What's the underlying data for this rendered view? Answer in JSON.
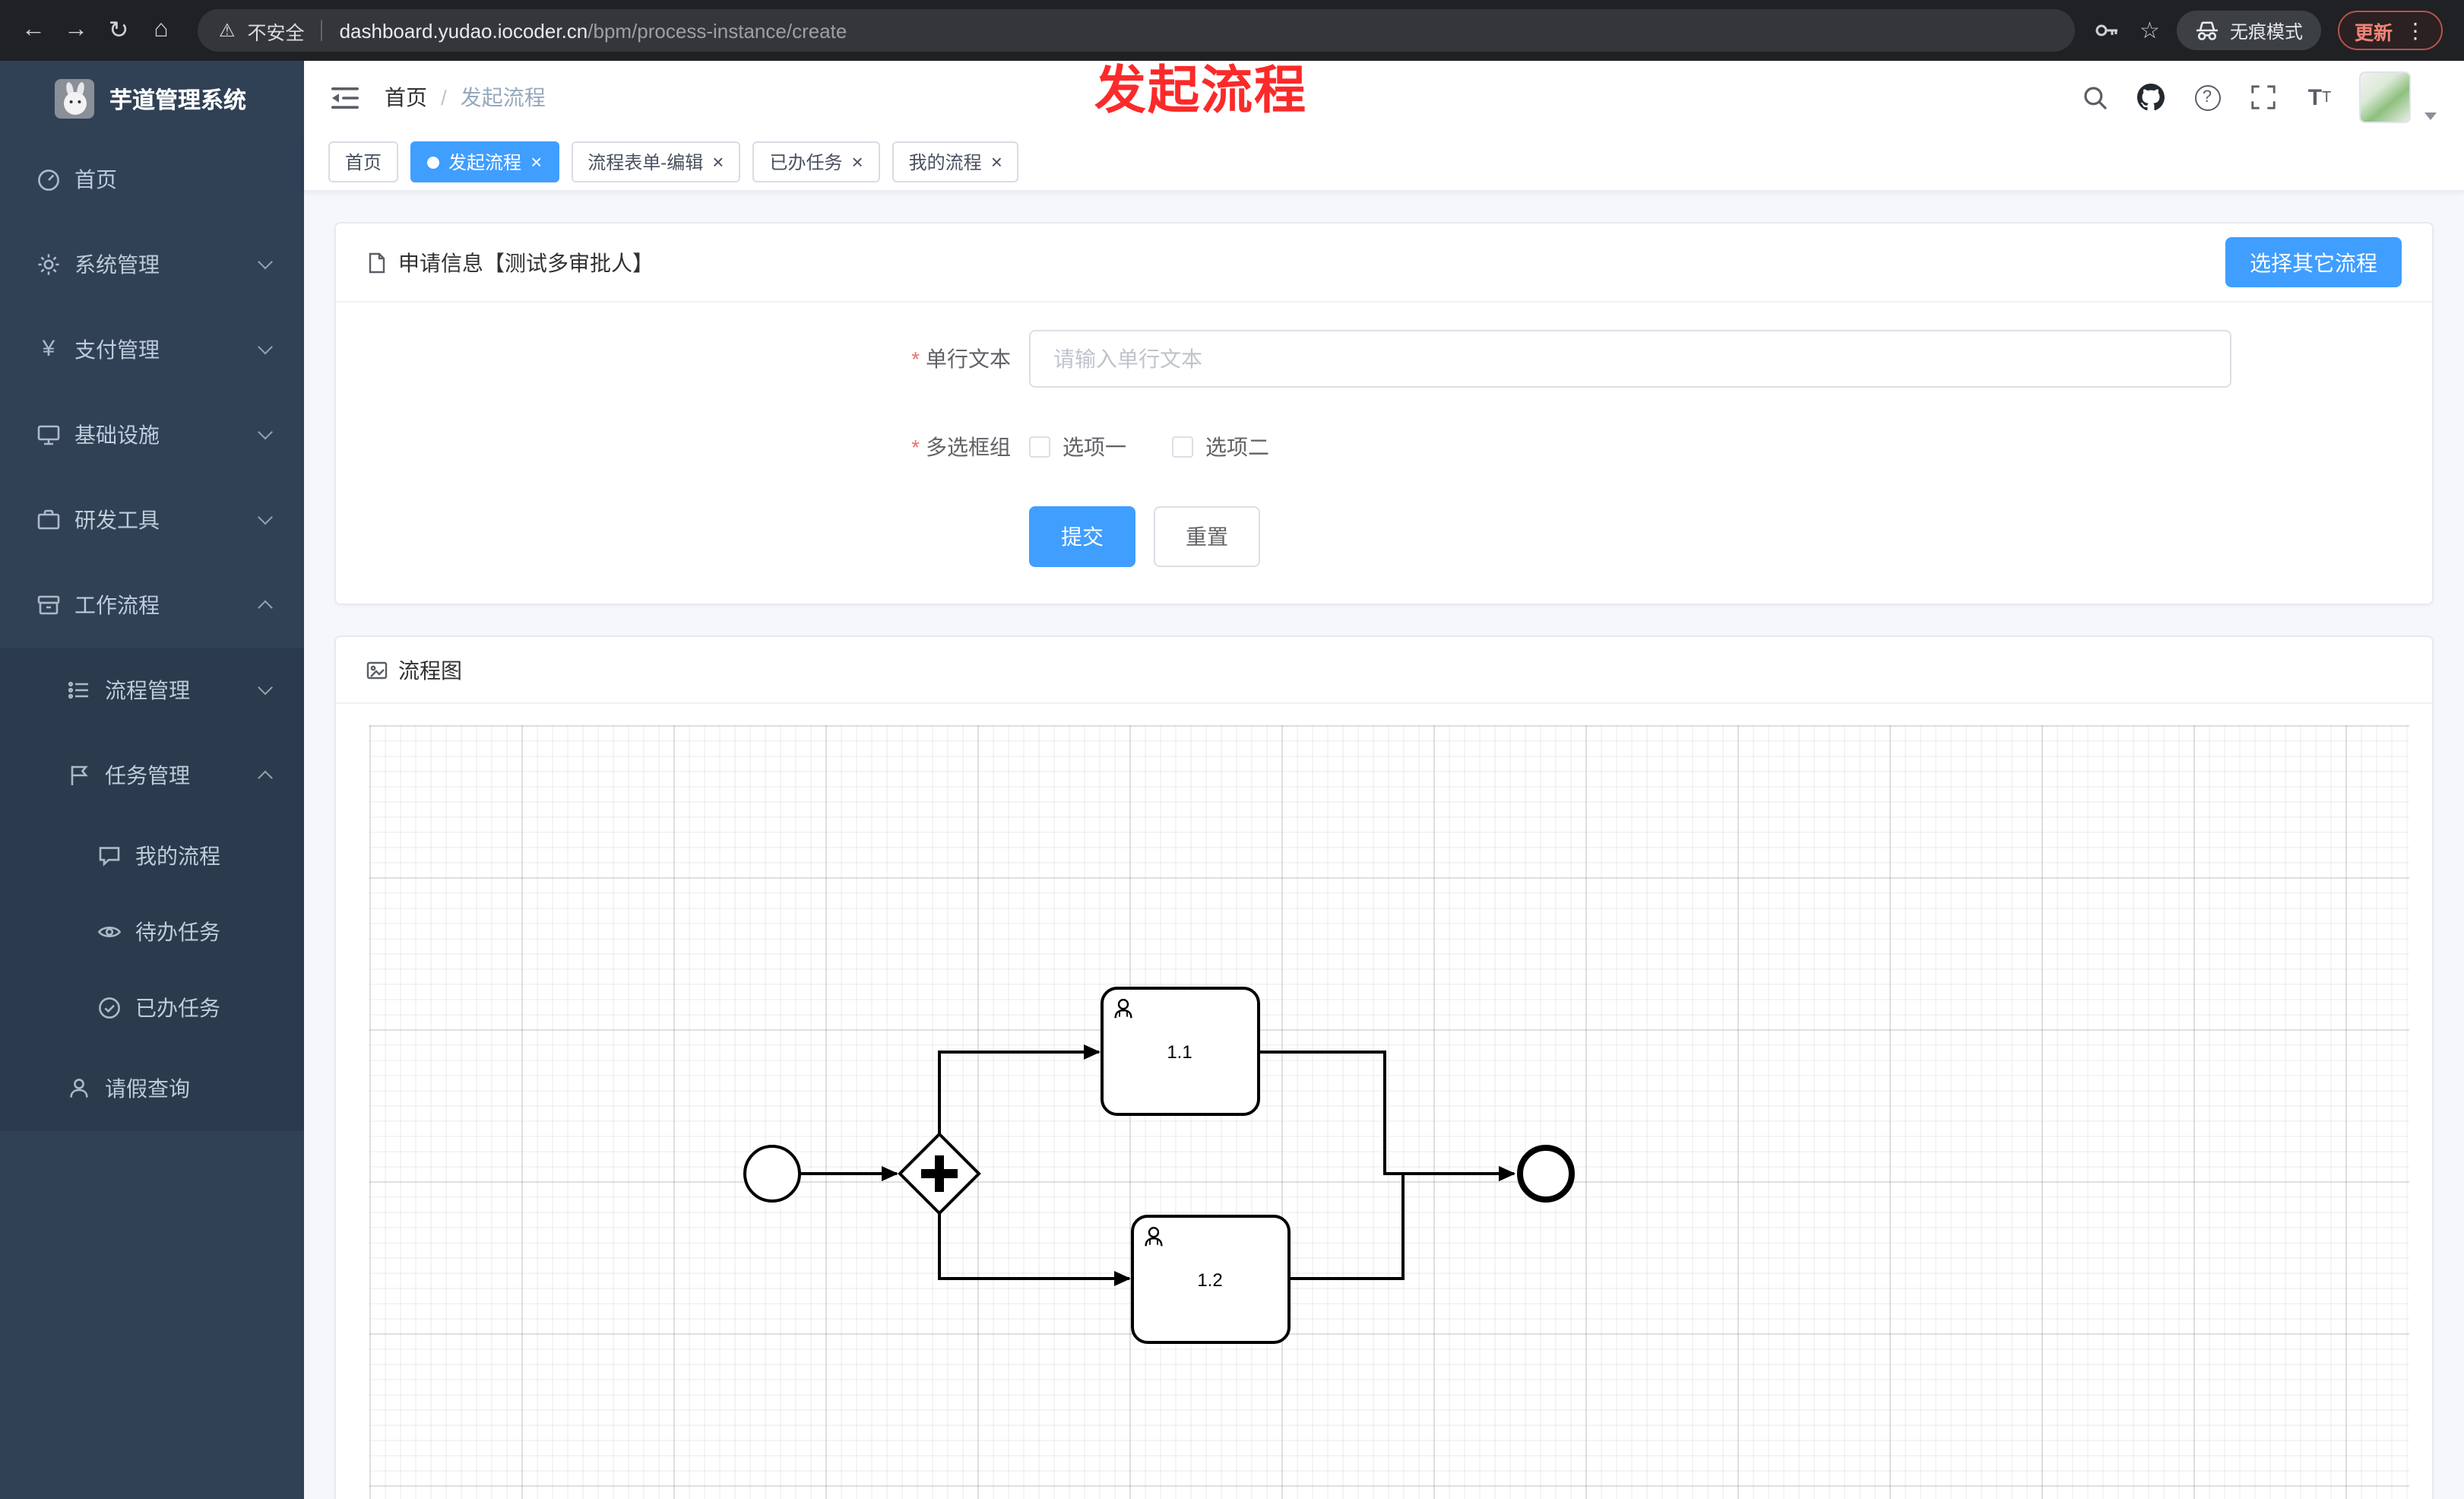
{
  "annotation": {
    "text": "发起流程"
  },
  "browser": {
    "security_label": "不安全",
    "url_host": "dashboard.yudao.iocoder.cn",
    "url_path": "/bpm/process-instance/create",
    "incognito_label": "无痕模式",
    "update_label": "更新"
  },
  "glyphs": {
    "back": "←",
    "forward": "→",
    "reload": "↻",
    "home": "⌂",
    "warning": "⚠",
    "star": "☆",
    "more_vertical": "⋮",
    "yen": "¥",
    "question": "?",
    "font_size": "T",
    "close": "×",
    "breadcrumb_separator": "/",
    "required_mark": "*"
  },
  "sidebar": {
    "app_title": "芋道管理系统",
    "menu": [
      {
        "label": "首页",
        "icon": "dashboard-icon"
      },
      {
        "label": "系统管理",
        "icon": "gear-icon"
      },
      {
        "label": "支付管理",
        "icon": "yen-icon"
      },
      {
        "label": "基础设施",
        "icon": "monitor-icon"
      },
      {
        "label": "研发工具",
        "icon": "toolbox-icon"
      },
      {
        "label": "工作流程",
        "icon": "workflow-icon"
      },
      {
        "label": "流程管理",
        "icon": "process-management-icon"
      },
      {
        "label": "任务管理",
        "icon": "task-management-icon"
      },
      {
        "label": "我的流程",
        "icon": "my-process-icon"
      },
      {
        "label": "待办任务",
        "icon": "todo-task-icon"
      },
      {
        "label": "已办任务",
        "icon": "done-task-icon"
      },
      {
        "label": "请假查询",
        "icon": "leave-query-icon"
      }
    ]
  },
  "header": {
    "breadcrumb": [
      {
        "label": "首页"
      },
      {
        "label": "发起流程"
      }
    ]
  },
  "tabs": [
    {
      "label": "首页",
      "active": false,
      "closable": false
    },
    {
      "label": "发起流程",
      "active": true,
      "closable": true
    },
    {
      "label": "流程表单-编辑",
      "active": false,
      "closable": true
    },
    {
      "label": "已办任务",
      "active": false,
      "closable": true
    },
    {
      "label": "我的流程",
      "active": false,
      "closable": true
    }
  ],
  "form_card": {
    "title": "申请信息【测试多审批人】",
    "select_other_button": "选择其它流程",
    "single_line_field": {
      "label": "单行文本",
      "required": true,
      "placeholder": "请输入单行文本",
      "value": ""
    },
    "checkbox_group": {
      "label": "多选框组",
      "required": true,
      "options": [
        {
          "label": "选项一",
          "checked": false
        },
        {
          "label": "选项二",
          "checked": false
        }
      ]
    },
    "submit_button": "提交",
    "reset_button": "重置"
  },
  "diagram_card": {
    "title": "流程图",
    "nodes": {
      "task1": "1.1",
      "task2": "1.2"
    }
  },
  "colors": {
    "accent_blue": "#409eff",
    "annotation_red": "#fb2a2a",
    "sidebar_bg": "#304156",
    "required_red": "#f56c6c",
    "chrome_bg": "#202124"
  }
}
